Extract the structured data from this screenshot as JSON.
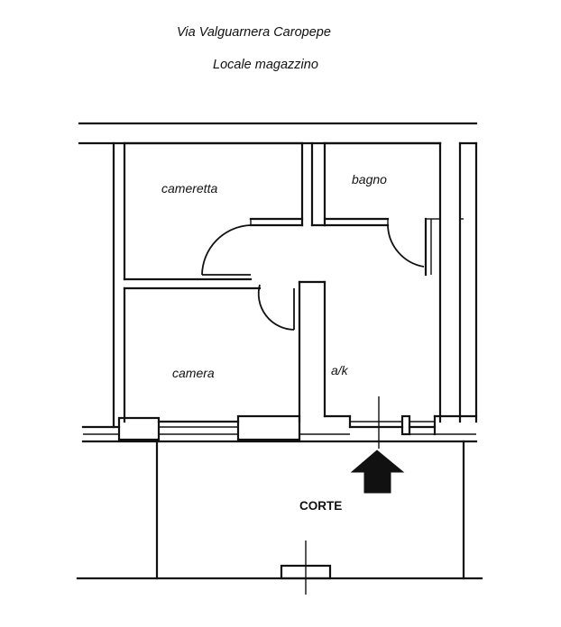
{
  "header": {
    "address": "Via Valguarnera Caropepe",
    "subtitle": "Locale magazzino"
  },
  "rooms": {
    "cameretta": "cameretta",
    "bagno": "bagno",
    "camera": "camera",
    "ak": "a/k",
    "corte": "CORTE"
  },
  "icons": {
    "entrance": "entrance-arrow-icon"
  },
  "colors": {
    "ink": "#111111",
    "background": "#ffffff"
  }
}
